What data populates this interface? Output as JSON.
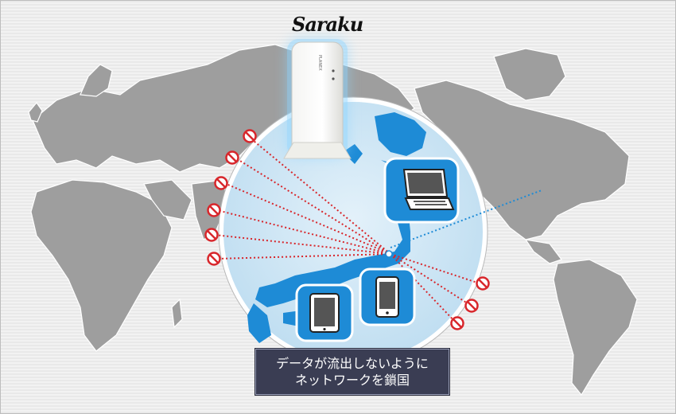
{
  "brand": {
    "logo_text": "Saraku"
  },
  "device": {
    "label": "PLANEX"
  },
  "caption": {
    "line1": "データが流出しないように",
    "line2": "ネットワークを鎖国"
  },
  "colors": {
    "globe_fill": "#cfe6f5",
    "globe_border": "#ffffff",
    "japan_fill": "#1e8bd6",
    "blocked_line": "#d8262b",
    "allowed_line": "#1e8bd6",
    "icon_bg": "#1e8bd6",
    "map_land": "#9e9e9e",
    "caption_bg": "#3a3d53"
  },
  "icons": {
    "blocked": "no-entry-icon",
    "laptop": "laptop-icon",
    "tablet": "tablet-icon",
    "phone": "smartphone-icon",
    "router": "wifi-router-icon"
  }
}
